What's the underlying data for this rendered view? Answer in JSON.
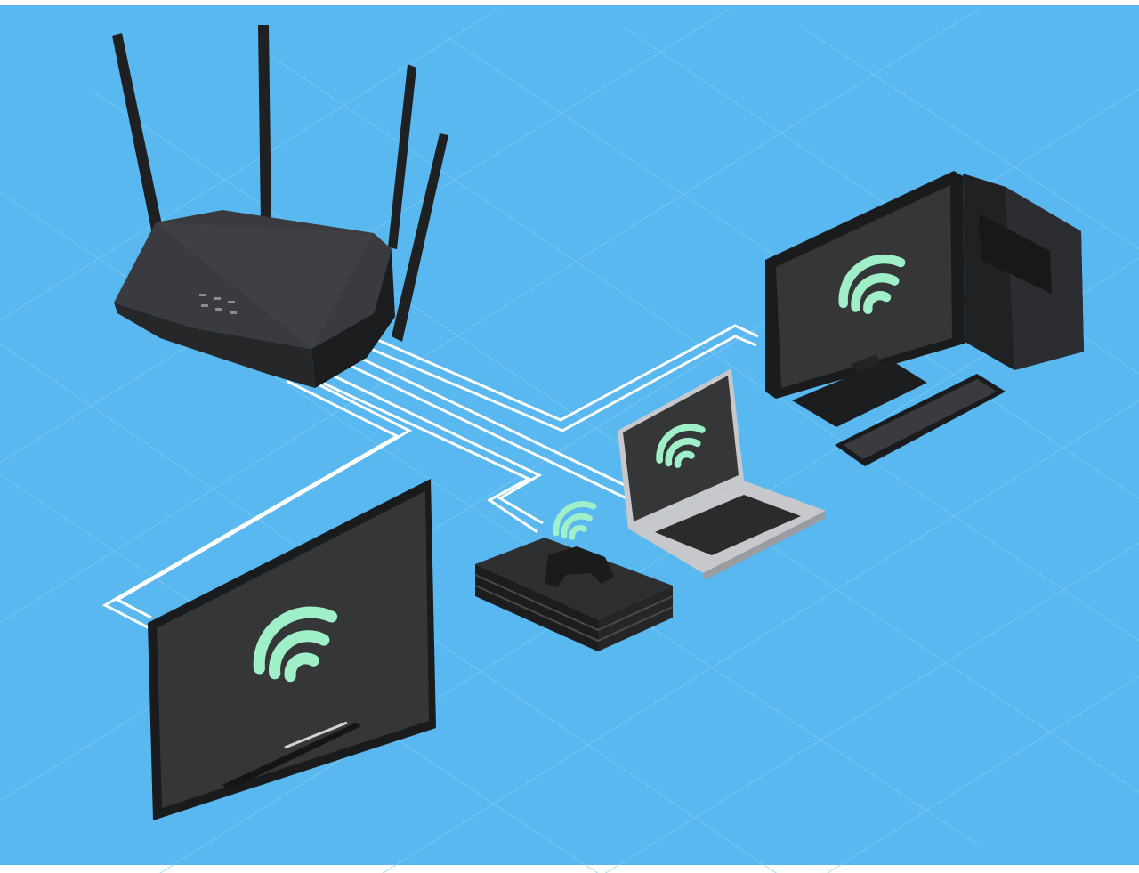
{
  "illustration": {
    "colors": {
      "background": "#5ab8f0",
      "grid_line": "#82cdf5",
      "connection_line": "#ffffff",
      "device_body": "#2a2b2d",
      "device_edge": "#151617",
      "screen": "#353637",
      "wifi_signal": "#9ff0c8",
      "laptop_shell": "#c6c8cb"
    },
    "devices": [
      {
        "id": "router",
        "icon": "router-icon"
      },
      {
        "id": "desktop-computer",
        "icon": "desktop-computer-icon"
      },
      {
        "id": "laptop",
        "icon": "laptop-icon"
      },
      {
        "id": "game-console",
        "icon": "game-console-icon"
      },
      {
        "id": "television",
        "icon": "television-icon"
      }
    ],
    "wifi_indicators": [
      "wifi-icon",
      "wifi-icon",
      "wifi-icon",
      "wifi-icon",
      "wifi-icon"
    ]
  }
}
